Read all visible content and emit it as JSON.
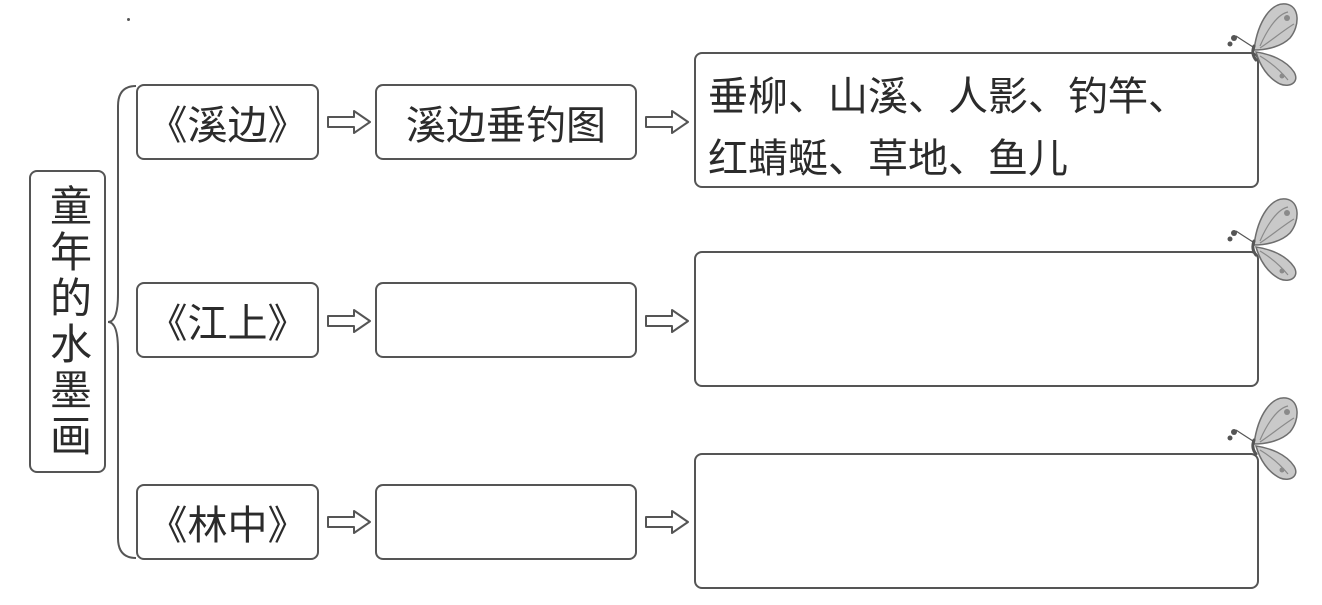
{
  "diagram": {
    "title": "童年的水墨画",
    "rows": [
      {
        "poem": "《溪边》",
        "scene": "溪边垂钓图",
        "details_line1": "垂柳、山溪、人影、钓竿、",
        "details_line2": "红蜻蜓、草地、鱼儿"
      },
      {
        "poem": "《江上》",
        "scene": "",
        "details_line1": "",
        "details_line2": ""
      },
      {
        "poem": "《林中》",
        "scene": "",
        "details_line1": "",
        "details_line2": ""
      }
    ]
  },
  "icons": {
    "arrow": "hollow-right-arrow-icon",
    "decoration": "butterfly-icon"
  },
  "colors": {
    "border": "#555555",
    "text": "#2b2b2b",
    "butterfly": "#8a8a8a"
  }
}
